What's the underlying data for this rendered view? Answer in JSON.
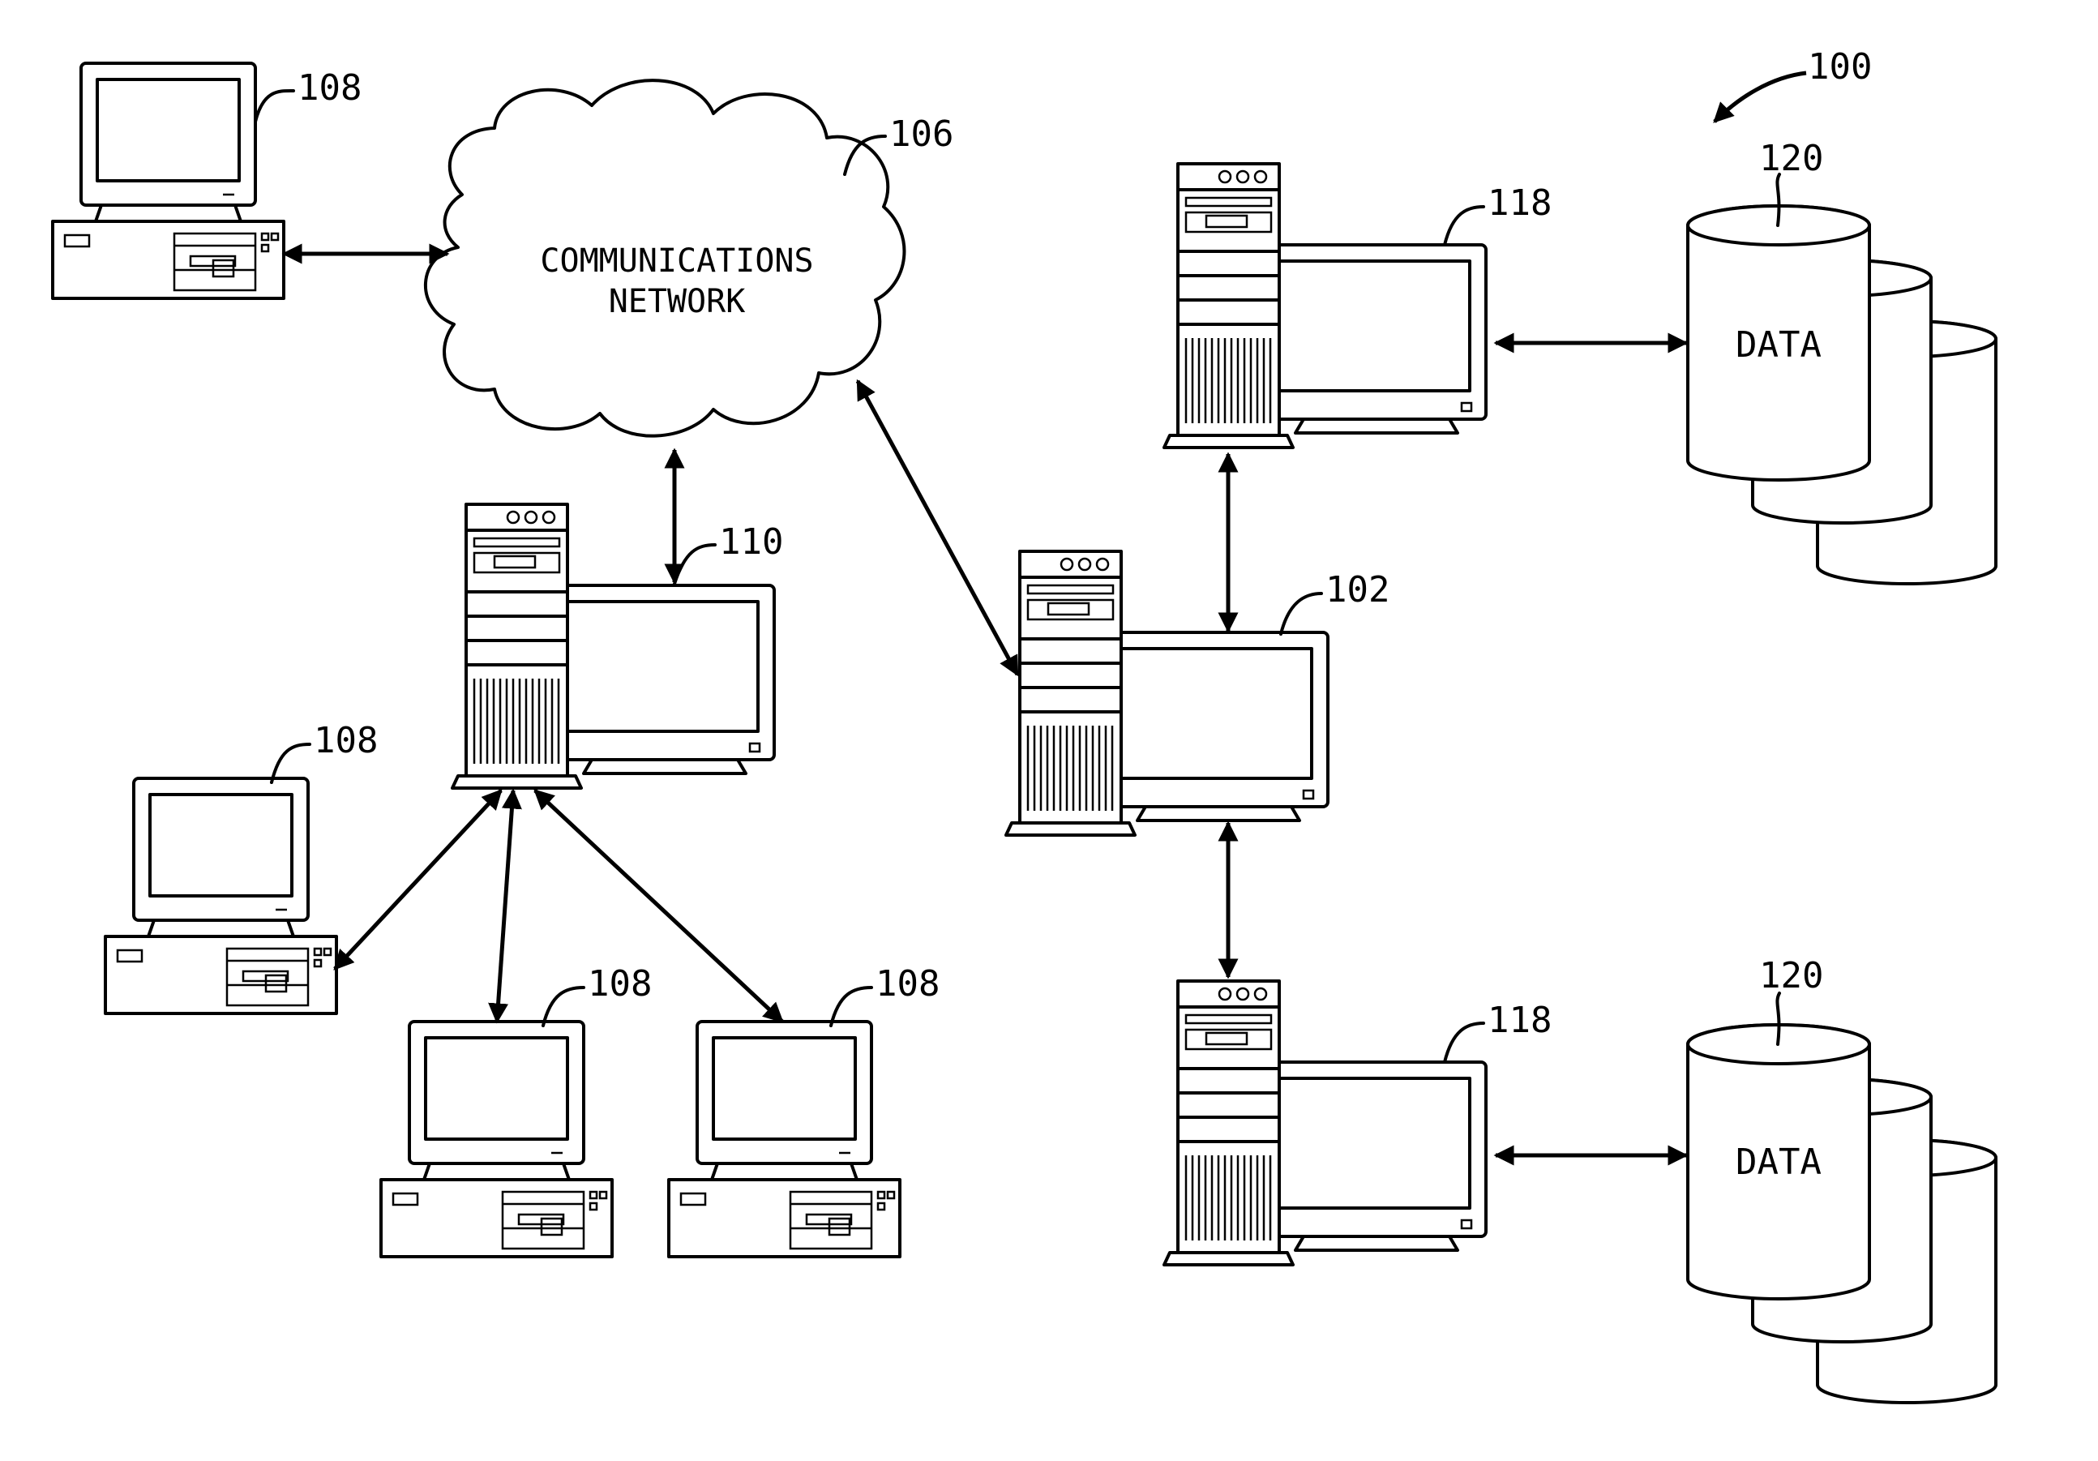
{
  "figure": {
    "system_ref": "100",
    "network": {
      "ref": "106",
      "line1": "COMMUNICATIONS",
      "line2": "NETWORK"
    },
    "server_main_ref": "102",
    "server_mid_ref": "110",
    "server_top_ref": "118",
    "server_bottom_ref": "118",
    "client_topleft_ref": "108",
    "client_left_ref": "108",
    "client_bottom1_ref": "108",
    "client_bottom2_ref": "108",
    "db_top": {
      "ref": "120",
      "label": "DATA"
    },
    "db_bottom": {
      "ref": "120",
      "label": "DATA"
    }
  }
}
